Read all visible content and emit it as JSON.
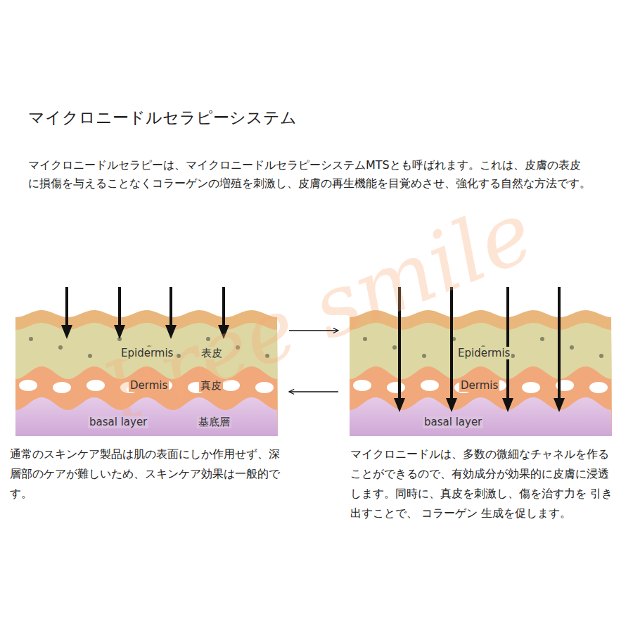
{
  "diagram": {
    "title": "マイクロニードルセラピーシステム",
    "nodes": [
      {
        "text": [
          "Epidermis",
          "表皮"
        ]
      },
      {
        "text": [
          "Dermis",
          "真皮"
        ]
      },
      {
        "text": [
          "basal layer",
          "基底層"
        ]
      },
      {
        "text": [
          "Epidermis"
        ]
      },
      {
        "text": [
          "Dermis"
        ]
      },
      {
        "text": [
          "basal layer"
        ]
      }
    ],
    "edges": [
      {
        "from": 0,
        "to": 3,
        "arrow": "to"
      },
      {
        "from": 4,
        "to": 1,
        "arrow": "to"
      }
    ],
    "labels": [
      "マイクロニードルセラピーは、マイクロニードルセラピーシステムMTSとも呼ばれます。これは、皮膚の表皮に損傷を与えることなくコラーゲンの増殖を刺激し、皮膚の再生機能を目覚めさせ、強化する自然な方法です。",
      "通常のスキンケア製品は肌の表面にしか作用せず、深層部のケアが難しいため、スキンケア効果は一般的です。",
      "マイクロニードルは、多数の微細なチャネルを作ることができるので、有効成分が効果的に皮膚に浸透します。同時に、真皮を刺激し、傷を治す力を 引き出すことで、 コラーゲン 生成を促します。",
      "Free smile"
    ]
  }
}
